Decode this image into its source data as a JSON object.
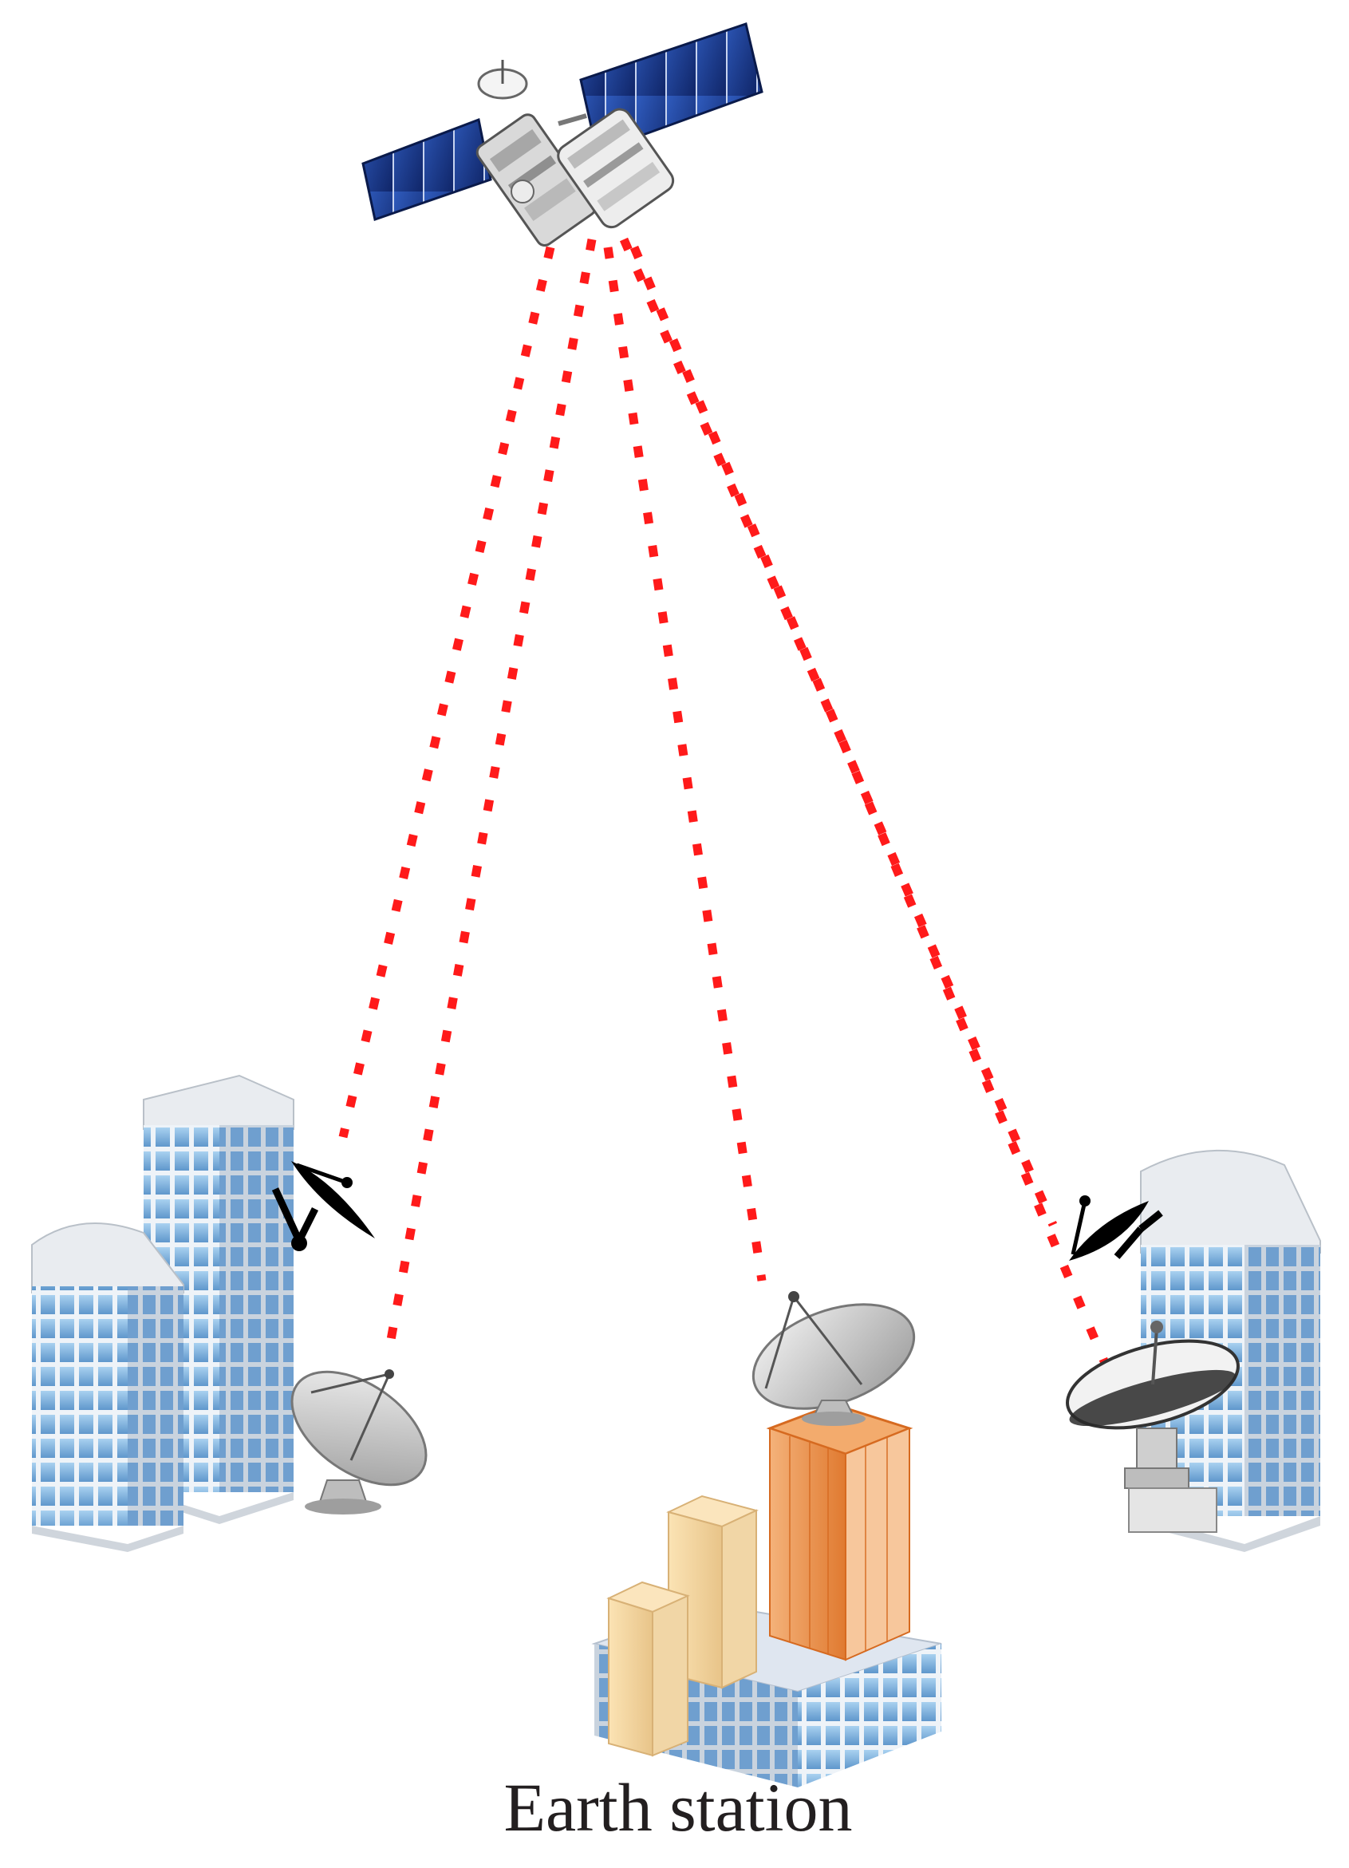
{
  "caption": "Earth station",
  "colors": {
    "link": "#ff1a1a",
    "panel": "#1b3a8a",
    "glass": "#7fb4e0",
    "tower": "#e8823a"
  },
  "icons": [
    "satellite-icon",
    "satellite-dish-icon",
    "building-icon"
  ],
  "links": [
    {
      "from": "satellite",
      "to": "left-rooftop-dish"
    },
    {
      "from": "satellite",
      "to": "left-ground-dish"
    },
    {
      "from": "satellite",
      "to": "earth-station-dish"
    },
    {
      "from": "satellite",
      "to": "right-rooftop-dish"
    },
    {
      "from": "satellite",
      "to": "right-ground-dish"
    }
  ]
}
